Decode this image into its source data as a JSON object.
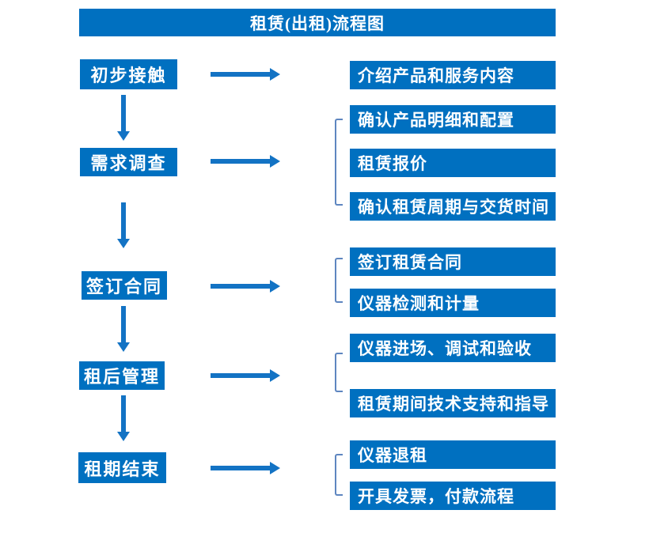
{
  "title": "租赁(出租)流程图",
  "colors": {
    "box_blue": "#0070C0",
    "arrow_blue": "#1373C4",
    "bracket_blue": "#5E86C0",
    "text": "#FFFFFF",
    "background": "#FFFFFF"
  },
  "steps": [
    {
      "label": "初步接触",
      "details": [
        "介绍产品和服务内容"
      ]
    },
    {
      "label": "需求调查",
      "details": [
        "确认产品明细和配置",
        "租赁报价",
        "确认租赁周期与交货时间"
      ]
    },
    {
      "label": "签订合同",
      "details": [
        "签订租赁合同",
        "仪器检测和计量"
      ]
    },
    {
      "label": "租后管理",
      "details": [
        "仪器进场、调试和验收",
        "租赁期间技术支持和指导"
      ]
    },
    {
      "label": "租期结束",
      "details": [
        "仪器退租",
        "开具发票，付款流程"
      ]
    }
  ]
}
